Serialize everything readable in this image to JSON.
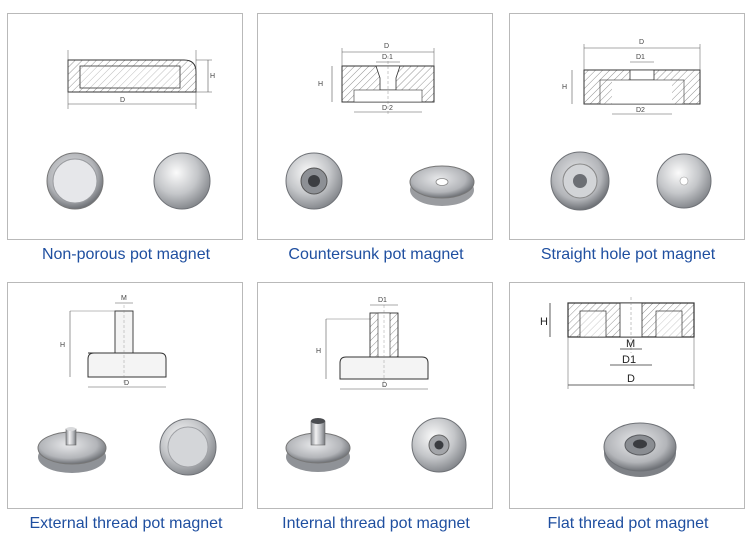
{
  "colors": {
    "caption": "#1f4fa0",
    "border": "#b9b9b9",
    "metal": "#c9cacc"
  },
  "items": [
    {
      "caption": "Non-porous pot magnet",
      "labels": [
        "D",
        "H"
      ]
    },
    {
      "caption": "Countersunk pot magnet",
      "labels": [
        "D",
        "D 1",
        "D 2",
        "H"
      ]
    },
    {
      "caption": "Straight hole pot magnet",
      "labels": [
        "D",
        "D1",
        "D2",
        "H"
      ]
    },
    {
      "caption": "External thread pot magnet",
      "labels": [
        "M",
        "D",
        "H"
      ]
    },
    {
      "caption": "Internal thread pot magnet",
      "labels": [
        "D1",
        "D",
        "H"
      ]
    },
    {
      "caption": "Flat thread pot magnet",
      "labels": [
        "H",
        "M",
        "D1",
        "D"
      ]
    }
  ]
}
